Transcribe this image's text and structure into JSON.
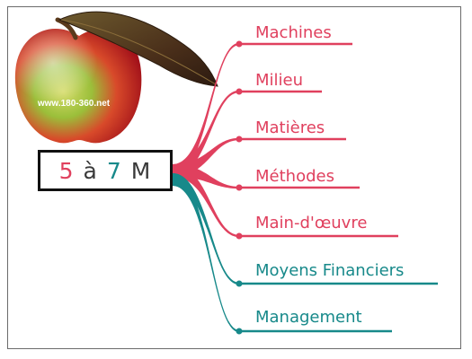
{
  "colors": {
    "red": "#e0405e",
    "teal": "#17898a",
    "dark": "#3a3a3a"
  },
  "center": {
    "n1": "5",
    "a": "à",
    "n2": "7",
    "m": "M"
  },
  "apple": {
    "watermark": "www.180-360.net"
  },
  "branches": [
    {
      "label": "Machines",
      "color": "red"
    },
    {
      "label": "Milieu",
      "color": "red"
    },
    {
      "label": "Matières",
      "color": "red"
    },
    {
      "label": "Méthodes",
      "color": "red"
    },
    {
      "label": "Main-d'œuvre",
      "color": "red"
    },
    {
      "label": "Moyens Financiers",
      "color": "teal"
    },
    {
      "label": "Management",
      "color": "teal"
    }
  ]
}
